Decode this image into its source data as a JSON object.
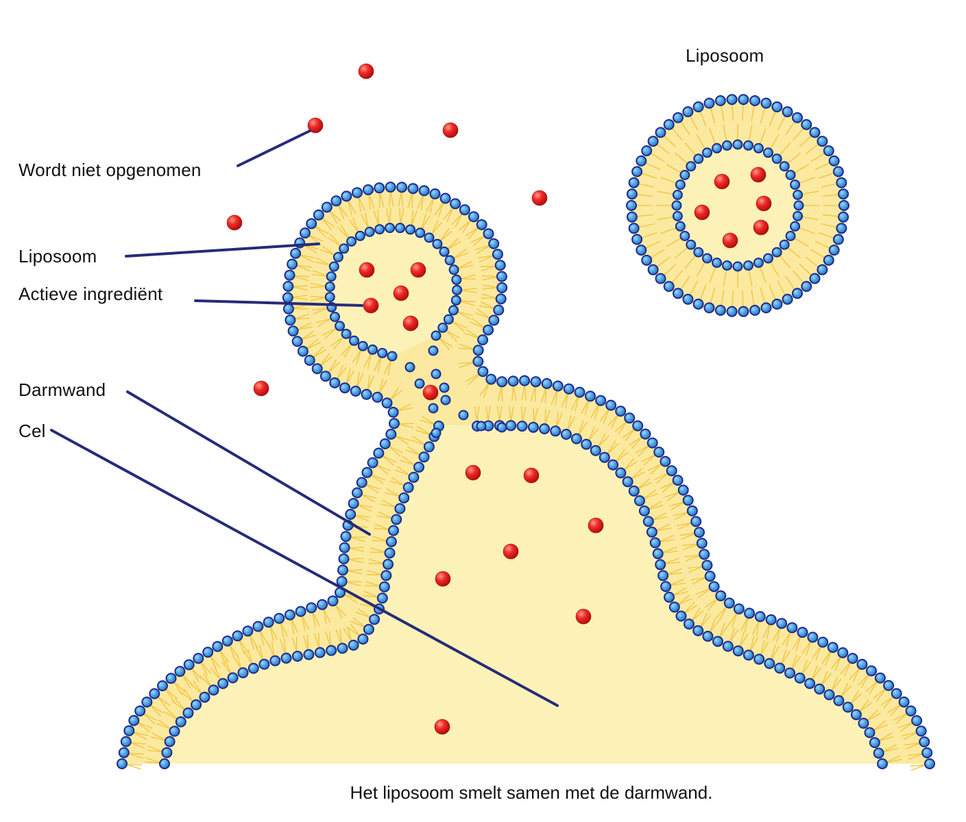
{
  "labels": {
    "not_absorbed": "Wordt niet opgenomen",
    "liposome_left": "Liposoom",
    "active_ingredient": "Actieve ingrediënt",
    "intestinal_wall": "Darmwand",
    "cell": "Cel",
    "liposome_right": "Liposoom"
  },
  "caption": "Het liposoom smelt samen met de darmwand.",
  "colors": {
    "membrane_fill": "#FCEFB0",
    "lipid_tail": "#F2C94C",
    "head_fill": "#4A9FE0",
    "head_stroke": "#1C2A8A",
    "particle": "#E8141B",
    "leader_line": "#262B78"
  }
}
